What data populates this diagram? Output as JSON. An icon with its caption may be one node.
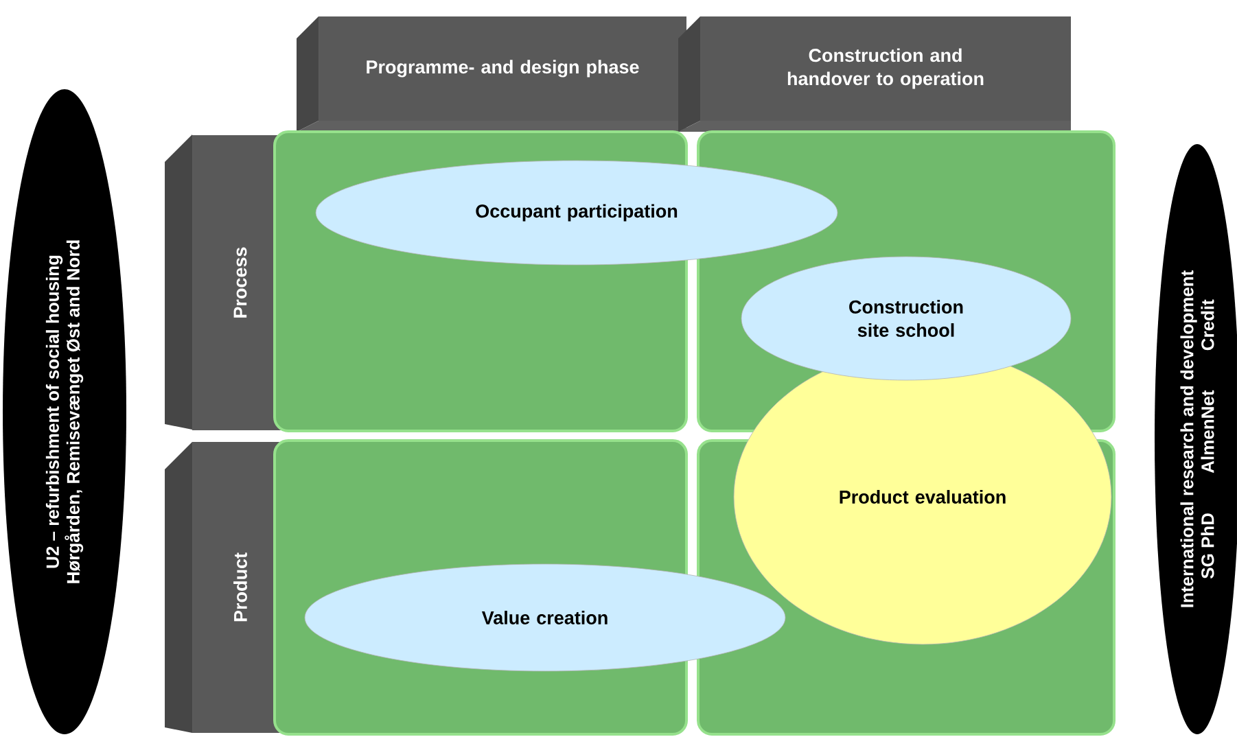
{
  "diagram": {
    "nodes": [
      {
        "text": [
          "U2 – refurbishment of social housing",
          "Hørgården, Remisevænget Øst and Nord"
        ]
      },
      {
        "text": [
          "Programme- and design phase"
        ]
      },
      {
        "text": [
          "Construction and handover to operation"
        ]
      },
      {
        "text": [
          "Process"
        ]
      },
      {
        "text": [
          "Product"
        ]
      },
      {
        "text": [],
        "shape": "box"
      },
      {
        "text": [],
        "shape": "box"
      },
      {
        "text": [],
        "shape": "box"
      },
      {
        "text": [],
        "shape": "box"
      },
      {
        "text": [
          "Occupant participation"
        ]
      },
      {
        "text": [
          "Construction site school"
        ],
        "in": 6
      },
      {
        "text": [
          "Product evaluation"
        ]
      },
      {
        "text": [
          "Value creation"
        ]
      },
      {
        "text": [
          "International research and development",
          "SG PhD",
          "AlmenNet",
          "Credit"
        ]
      }
    ]
  }
}
